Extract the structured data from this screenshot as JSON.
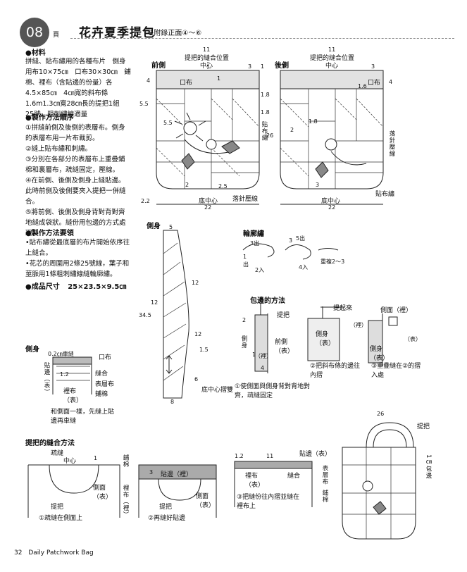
{
  "header": {
    "page_no": "08",
    "page_label": "頁",
    "title": "花卉夏季提包",
    "subtitle": "※附錄正面④～⑥"
  },
  "materials": {
    "heading": "●材料",
    "text": "拼縫、貼布繡用的各種布片　側身用布10×75㎝　口布30×30㎝　鋪棉、裡布（含貼邊的份量）各4.5×85㎝　4㎝寬的斜布條1.6m1.3㎝寬28㎝長的提把1組　25號、粗刺繡線適量"
  },
  "steps": {
    "heading": "●製作方法順序",
    "items": [
      "①拼縫前側及後側的表層布。側身的表層布用一片布裁剪。",
      "②縫上貼布繡和刺繡。",
      "③分別在各部分的表層布上重疊鋪棉和裏層布，疏縫固定，壓線。",
      "④在前側、後側及側身上縫貼邊。此時前側及後側要夾入提把一併縫合。",
      "⑤將前側、後側及側身背對背對齊地縫成袋狀。縫份用包邊的方式處理。"
    ]
  },
  "tips": {
    "heading": "●製作方法要領",
    "items": [
      "•貼布繡從最底層的布片開始依序往上縫合。",
      "•花芯的周圍用2條25號線，葉子和莖脈用1條粗刺繡線縫輪廓繡。"
    ]
  },
  "size": {
    "label": "●成品尺寸",
    "value": "25×23.5×9.5㎝"
  },
  "front_diagram": {
    "title": "前側",
    "handle_pos": "提把的縫合位置",
    "center": "中心",
    "kou_bu": "口布",
    "dims": {
      "top": "11",
      "d3": "3",
      "d1": "1",
      "d4": "4",
      "d55": "5.5",
      "d55b": "5.5",
      "d18a": "1.8",
      "d18b": "1.8",
      "d26": "26",
      "d2": "2",
      "d25": "2.5",
      "d22": "22",
      "d22b": "2.2",
      "d1b": "1"
    },
    "applique": "貼布繡",
    "quilt": "落針壓線",
    "bottom_center": "底中心"
  },
  "back_diagram": {
    "title": "後側",
    "handle_pos": "提把的縫合位置",
    "center": "中心",
    "kou_bu": "口布",
    "dims": {
      "top": "11",
      "d3": "3",
      "d1": "1",
      "d16": "1.6",
      "d4": "4",
      "d18": "1.8",
      "d2": "2",
      "d3b": "3",
      "d22": "22"
    },
    "quilt": "落針壓線",
    "applique": "貼布繡",
    "bottom_center": "底中心"
  },
  "gusset_diagram": {
    "title": "側身",
    "dims": {
      "d5": "5",
      "d12a": "12",
      "d12b": "12",
      "d345": "34.5",
      "d12c": "12",
      "d15": "1.5",
      "d6": "6",
      "d8": "8"
    },
    "bottom_fold": "底中心摺雙"
  },
  "outline_stitch": {
    "title": "輪廓繡",
    "labels": {
      "out3": "3出",
      "in1": "1",
      "out1": "出",
      "in2": "2入",
      "out5": "5出",
      "n3": "3",
      "in4": "4入",
      "repeat": "重複2～3"
    }
  },
  "binding_method": {
    "title": "包邊的方法",
    "handle": "提把",
    "gusset": "側身",
    "front_outer": "前側（表）",
    "lining": "（裡）",
    "n1": "1",
    "n2": "2",
    "n4": "4",
    "caption1": "①使側面與側身背對背地對齊，疏縫固定",
    "lift": "提起來",
    "gusset_lining": "側面（裡）",
    "lining2": "（裡）",
    "gusset_outer": "側身（表）",
    "caption2": "②把斜布條的邊往內摺",
    "gusset_outer2": "側身（表）",
    "outer": "（表）",
    "caption3": "③重疊縫在②的摺入處"
  },
  "side_detail": {
    "title": "側身",
    "stitch": "0.2㎝車縫",
    "kou_bu": "口布",
    "edge": "貼邊（表）",
    "d12": "1.2",
    "sew": "縫合",
    "outer": "表層布",
    "batting": "鋪棉",
    "lining": "裡布（表）",
    "note": "和側面一樣，先縫上貼邊再車縫"
  },
  "handle_method": {
    "title": "提把的縫合方法",
    "seam": "疏縫",
    "center": "中心",
    "n1": "1",
    "batting": "鋪棉",
    "side_outer": "側面（表）",
    "lining": "裡布（裡）",
    "handle": "提把",
    "caption1": "①疏縫在側面上",
    "n3": "3",
    "edge_lining": "貼邊（裡）",
    "handle2": "提把",
    "side_outer2": "側面（表）",
    "caption2": "②再縫好貼邊",
    "d12": "1.2",
    "d11": "11",
    "edge_outer": "貼邊（表）",
    "sew": "縫合",
    "lining2": "裡布（表）",
    "outer": "表層布",
    "batting2": "鋪棉",
    "caption3": "③把縫份往內摺並縫在裡布上"
  },
  "finished_bag": {
    "handle": "提把",
    "d26": "26",
    "binding": "1㎝包邊"
  },
  "footer": {
    "page": "32",
    "book": "Daily Patchwork Bag"
  }
}
